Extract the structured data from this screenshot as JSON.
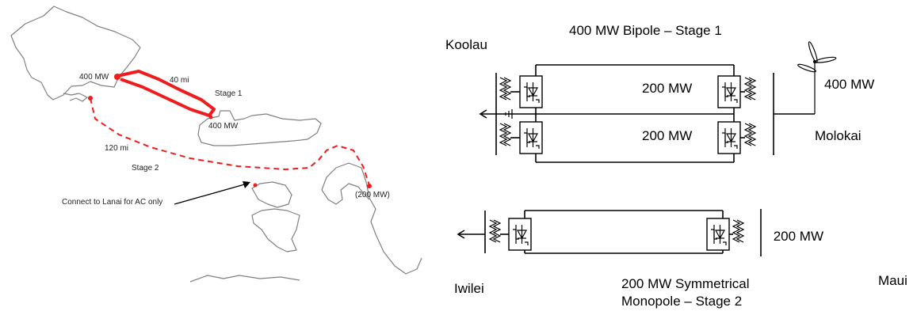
{
  "map": {
    "labels": {
      "oahu_power": "400 MW",
      "stage1_distance": "40 mi",
      "stage1": "Stage 1",
      "molokai_power": "400 MW",
      "stage2_distance": "120 mi",
      "stage2": "Stage 2",
      "maui_power": "(200 MW)",
      "lanai_note": "Connect to Lanai for AC only"
    },
    "colors": {
      "cable": "#ee1c1c",
      "coast": "#808080"
    }
  },
  "schematic": {
    "bipole": {
      "title": "400 MW Bipole – Stage 1",
      "terminal_left": "Koolau",
      "terminal_right": "Molokai",
      "pole_upper": "200 MW",
      "pole_lower": "200 MW",
      "wind_power": "400 MW"
    },
    "monopole": {
      "title_line1": "200 MW Symmetrical",
      "title_line2": "Monopole – Stage 2",
      "terminal_left": "Iwilei",
      "terminal_right": "Maui",
      "power": "200 MW"
    }
  }
}
